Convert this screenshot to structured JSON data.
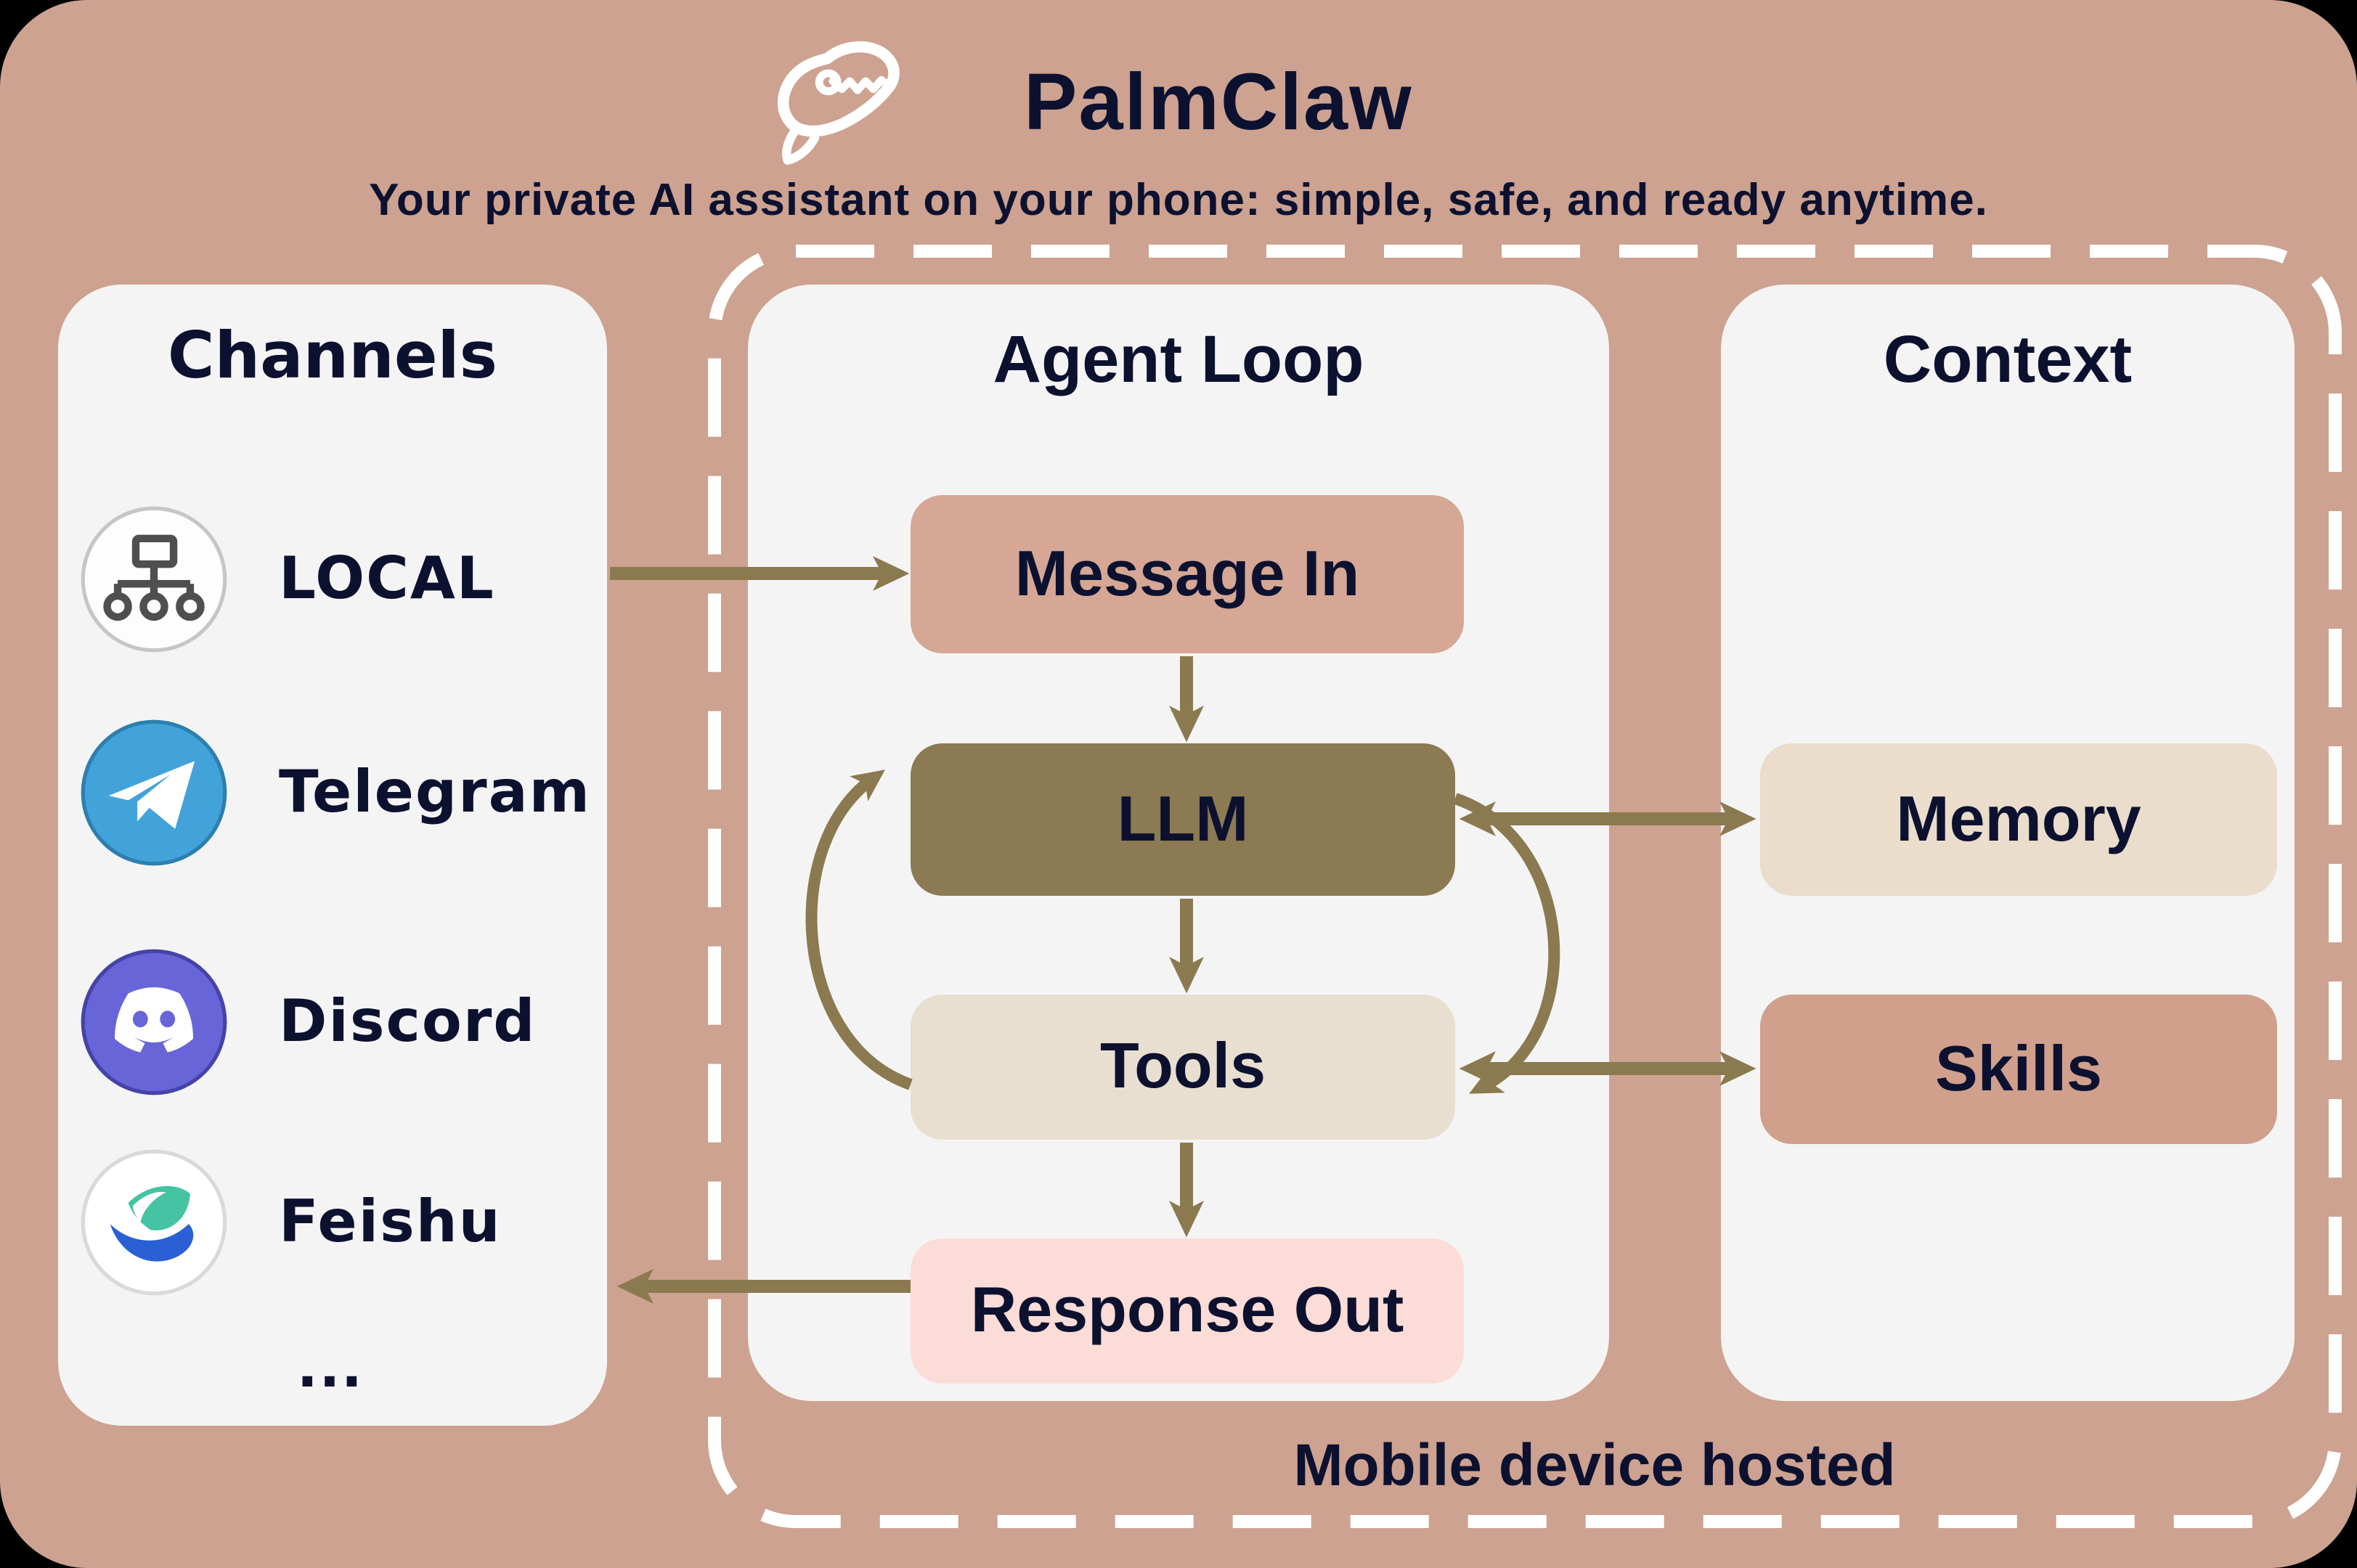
{
  "header": {
    "app_name": "PalmClaw",
    "tagline": "Your private AI assistant on your phone: simple, safe, and ready anytime.",
    "logo_icon": "claw-icon"
  },
  "channels_panel": {
    "title": "Channels",
    "items": [
      {
        "label": "LOCAL",
        "icon": "local-network-icon"
      },
      {
        "label": "Telegram",
        "icon": "telegram-icon"
      },
      {
        "label": "Discord",
        "icon": "discord-icon"
      },
      {
        "label": "Feishu",
        "icon": "feishu-icon"
      }
    ],
    "more_label": "…"
  },
  "agent_loop_panel": {
    "title": "Agent Loop",
    "nodes": [
      {
        "id": "message_in",
        "label": "Message In",
        "color": "#d5a794"
      },
      {
        "id": "llm",
        "label": "LLM",
        "color": "#8b7a52"
      },
      {
        "id": "tools",
        "label": "Tools",
        "color": "#e9dfd0"
      },
      {
        "id": "response_out",
        "label": "Response Out",
        "color": "#fcdcd6"
      }
    ]
  },
  "context_panel": {
    "title": "Context",
    "nodes": [
      {
        "id": "memory",
        "label": "Memory",
        "color": "#eaddcb"
      },
      {
        "id": "skills",
        "label": "Skills",
        "color": "#d0a08c"
      }
    ]
  },
  "hosting_note": "Mobile device hosted",
  "edges": [
    {
      "from": "Channels",
      "to": "Message In",
      "type": "arrow"
    },
    {
      "from": "Message In",
      "to": "LLM",
      "type": "arrow"
    },
    {
      "from": "LLM",
      "to": "Tools",
      "type": "arrow"
    },
    {
      "from": "Tools",
      "to": "LLM",
      "type": "loop"
    },
    {
      "from": "LLM",
      "to": "Tools",
      "type": "loop"
    },
    {
      "from": "Tools",
      "to": "Response Out",
      "type": "arrow"
    },
    {
      "from": "Response Out",
      "to": "Channels",
      "type": "arrow"
    },
    {
      "from": "LLM",
      "to": "Memory",
      "type": "bidirectional"
    },
    {
      "from": "Tools",
      "to": "Skills",
      "type": "bidirectional"
    }
  ],
  "colors": {
    "canvas": "#000000",
    "background": "#cda290",
    "panel": "#f5f4f5",
    "text": "#0d1130",
    "arrow": "#8b7a4f",
    "dashed_border": "#ffffff",
    "telegram_blue": "#42a3da",
    "discord_purple": "#6765d8",
    "feishu_green": "#45c3a2",
    "feishu_blue": "#2b5fd4"
  }
}
